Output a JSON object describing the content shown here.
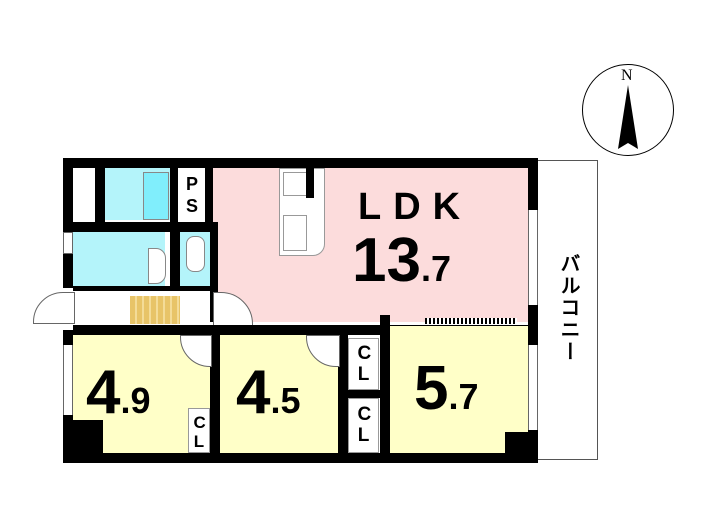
{
  "compass": {
    "label": "N"
  },
  "ldk": {
    "label": "LDK",
    "size_int": "13",
    "size_dec": ".7"
  },
  "rooms": [
    {
      "size_int": "4",
      "size_dec": ".9"
    },
    {
      "size_int": "4",
      "size_dec": ".5"
    },
    {
      "size_int": "5",
      "size_dec": ".7"
    }
  ],
  "closets": [
    "CL",
    "CL",
    "CL"
  ],
  "ps": "PS",
  "balcony": "バルコニー"
}
